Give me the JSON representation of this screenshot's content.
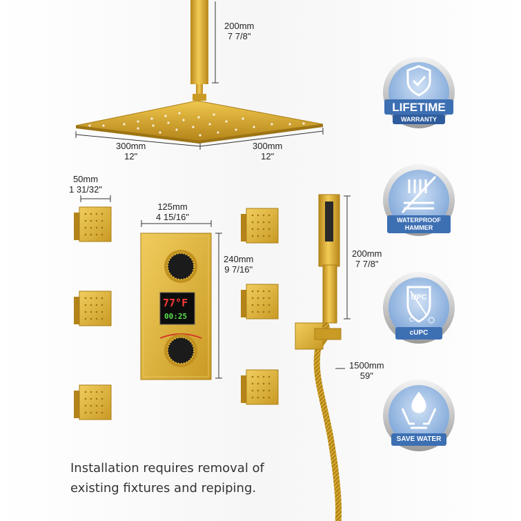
{
  "dimensions": {
    "arm": {
      "mm": "200mm",
      "inch": "7 7/8\""
    },
    "head_left": {
      "mm": "300mm",
      "inch": "12\""
    },
    "head_right": {
      "mm": "300mm",
      "inch": "12\""
    },
    "jet_width": {
      "mm": "50mm",
      "inch": "1 31/32\""
    },
    "valve_width": {
      "mm": "125mm",
      "inch": "4 15/16\""
    },
    "valve_height": {
      "mm": "240mm",
      "inch": "9 7/16\""
    },
    "handheld_length": {
      "mm": "200mm",
      "inch": "7 7/8\""
    },
    "hose_length": {
      "mm": "1500mm",
      "inch": "59\""
    }
  },
  "display": {
    "temperature": "77°F",
    "time": "00:25"
  },
  "badges": [
    {
      "title": "LIFETIME",
      "subtitle": "WARRANTY"
    },
    {
      "title": "WATERPROOF",
      "subtitle": "HAMMER"
    },
    {
      "title": "cUPC",
      "subtitle": ""
    },
    {
      "title": "SAVE WATER",
      "subtitle": ""
    }
  ],
  "upc_mark": "UPC",
  "note": {
    "line1": "Installation requires removal of",
    "line2": "existing fixtures and repiping."
  },
  "colors": {
    "gold": "#d9a928",
    "gold_dark": "#a97d15",
    "badge_blue": "#3d6fb3"
  }
}
